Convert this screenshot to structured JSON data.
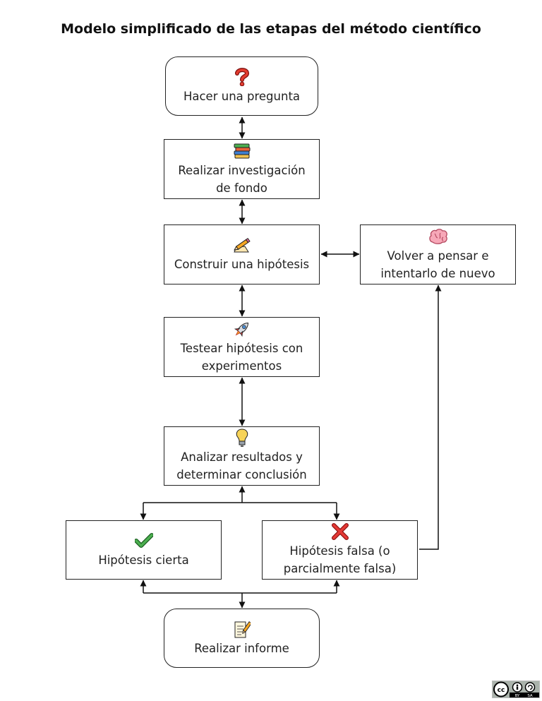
{
  "title": "Modelo simplificado de las etapas del método científico",
  "steps": {
    "pregunta": {
      "label": "Hacer una pregunta",
      "icon": "question-mark-icon"
    },
    "investigacion": {
      "label": "Realizar investigación\nde fondo",
      "icon": "books-icon"
    },
    "hipotesis": {
      "label": "Construir una hipótesis",
      "icon": "pencil-writing-icon"
    },
    "testear": {
      "label": "Testear hipótesis con\nexperimentos",
      "icon": "rocket-icon"
    },
    "analizar": {
      "label": "Analizar resultados y\ndeterminar conclusión",
      "icon": "light-bulb-icon"
    },
    "cierta": {
      "label": "Hipótesis cierta",
      "icon": "check-mark-icon"
    },
    "falsa": {
      "label": "Hipótesis falsa (o\nparcialmente falsa)",
      "icon": "cross-mark-icon"
    },
    "volver": {
      "label": "Volver a pensar e\nintentarlo de nuevo",
      "icon": "brain-icon"
    },
    "informe": {
      "label": "Realizar informe",
      "icon": "memo-icon"
    }
  },
  "license": {
    "name": "CC BY-SA",
    "by": "BY",
    "sa": "SA"
  }
}
